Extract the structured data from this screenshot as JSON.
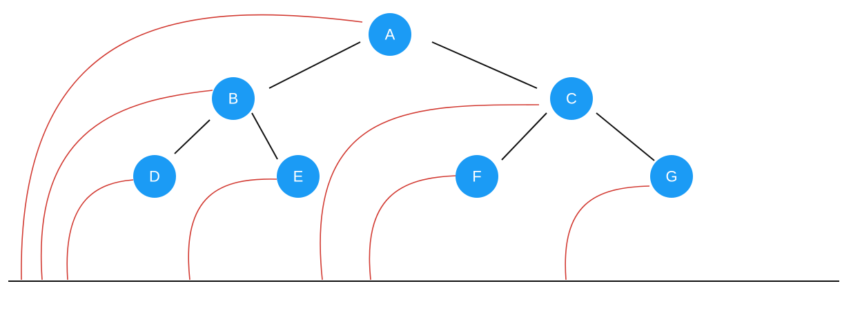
{
  "colors": {
    "node_fill": "#1b9bf5",
    "node_text": "#ffffff",
    "tree_edge": "#111111",
    "projection_curve": "#d23a32",
    "baseline": "#111111"
  },
  "nodes": [
    {
      "id": "A",
      "label": "A"
    },
    {
      "id": "B",
      "label": "B"
    },
    {
      "id": "C",
      "label": "C"
    },
    {
      "id": "D",
      "label": "D"
    },
    {
      "id": "E",
      "label": "E"
    },
    {
      "id": "F",
      "label": "F"
    },
    {
      "id": "G",
      "label": "G"
    }
  ],
  "edges": [
    {
      "from": "A",
      "to": "B"
    },
    {
      "from": "A",
      "to": "C"
    },
    {
      "from": "B",
      "to": "D"
    },
    {
      "from": "B",
      "to": "E"
    },
    {
      "from": "C",
      "to": "F"
    },
    {
      "from": "C",
      "to": "G"
    }
  ],
  "projection_order": [
    "A",
    "B",
    "D",
    "E",
    "C",
    "F",
    "G"
  ]
}
